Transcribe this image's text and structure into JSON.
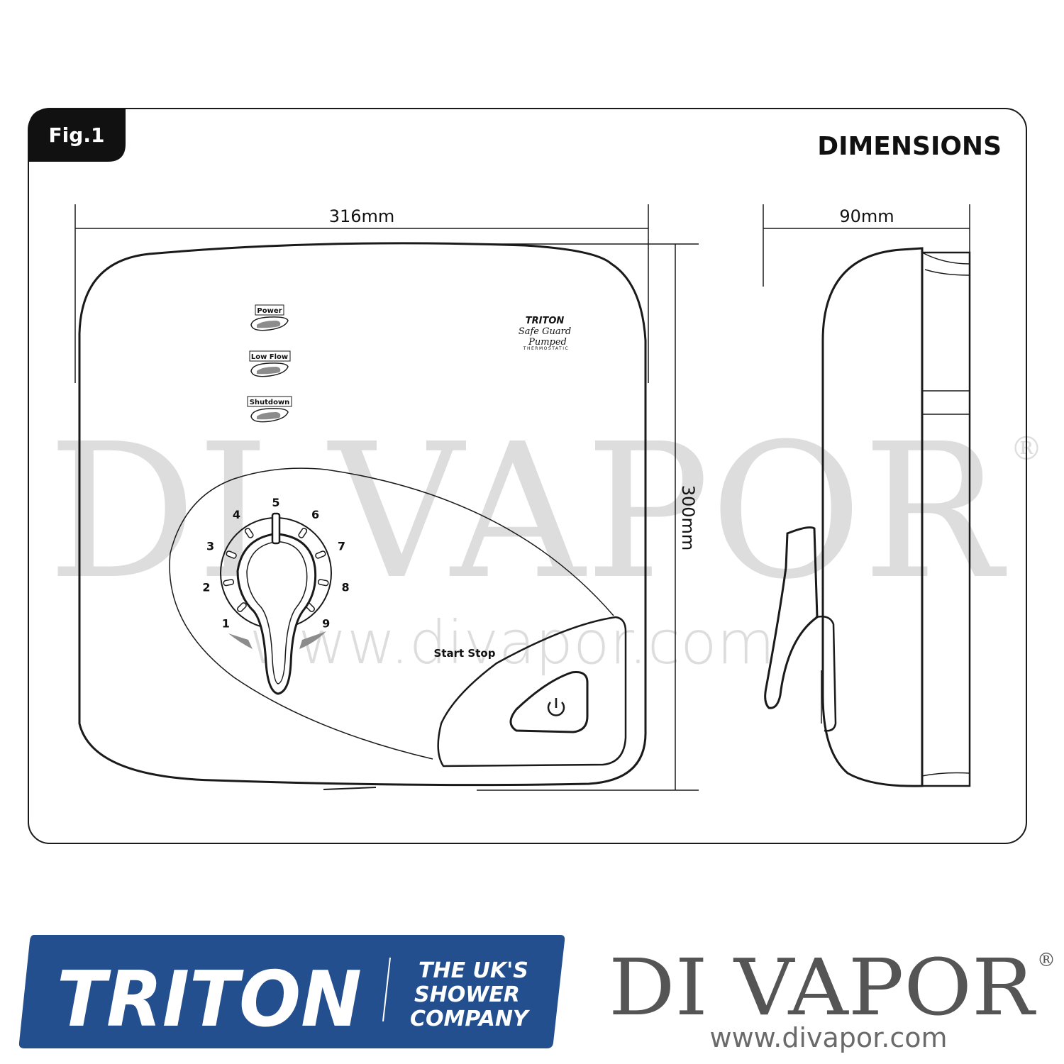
{
  "figure": {
    "fig_label": "Fig.1",
    "title": "DIMENSIONS"
  },
  "dimensions": {
    "width": "316mm",
    "height": "300mm",
    "depth": "90mm"
  },
  "panel": {
    "brand": "TRITON",
    "model_line1": "Safe Guard",
    "model_line2": "Pumped",
    "model_line3": "THERMOSTATIC",
    "indicators": [
      {
        "label": "Power"
      },
      {
        "label": "Low Flow"
      },
      {
        "label": "Shutdown"
      }
    ],
    "dial_numbers": [
      "1",
      "2",
      "3",
      "4",
      "5",
      "6",
      "7",
      "8",
      "9"
    ],
    "start_stop_label": "Start Stop"
  },
  "watermark": {
    "text": "DI VAPOR",
    "registered": "®",
    "url": "www.divapor.com"
  },
  "footer": {
    "triton_logo": "TRITON",
    "tagline_line1": "THE UK'S",
    "tagline_line2": "SHOWER",
    "tagline_line3": "COMPANY",
    "divapor_logo": "DI VAPOR",
    "divapor_registered": "®",
    "divapor_url": "www.divapor.com"
  },
  "colors": {
    "line": "#1a1a1a",
    "triton_blue": "#234f8f",
    "indicator_grey": "#8c8c8c",
    "watermark_grey": "#d9d9d9",
    "divapor_grey": "#555555"
  }
}
